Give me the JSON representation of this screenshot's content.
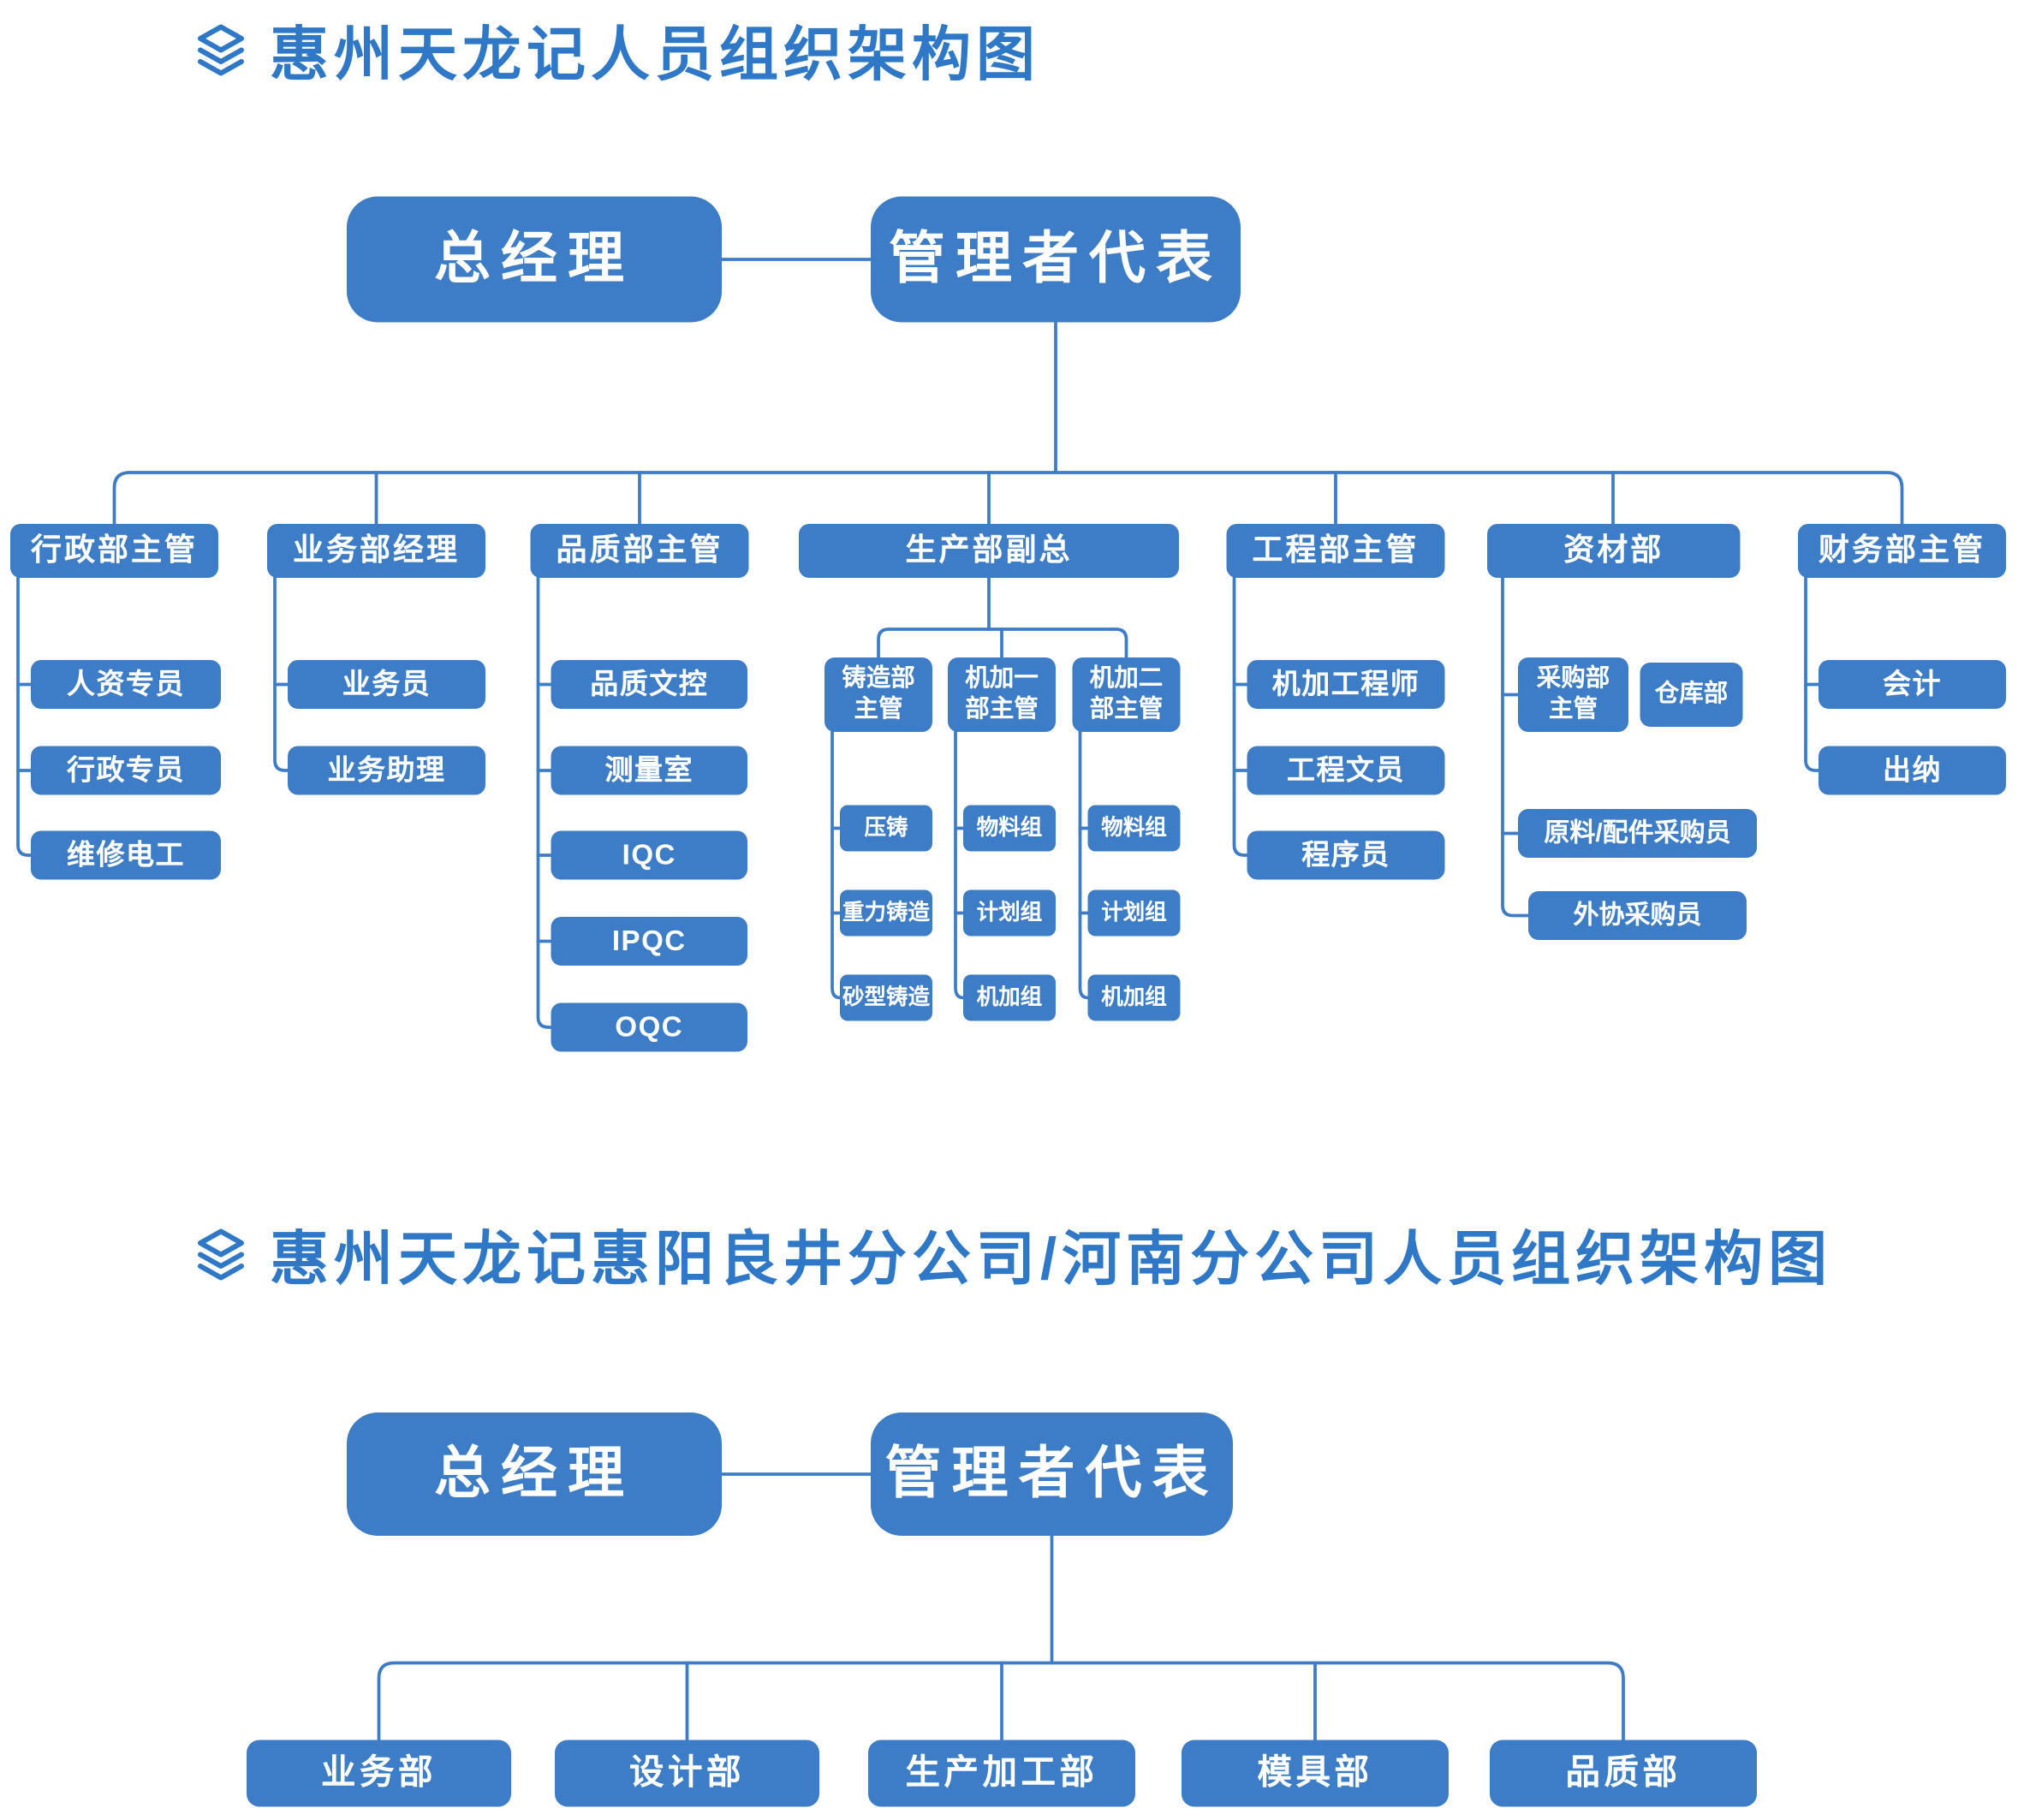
{
  "titles": {
    "main": "惠州天龙记人员组织架构图",
    "branch": "惠州天龙记惠阳良井分公司/河南分公司人员组织架构图"
  },
  "colors": {
    "primary": "#3D7CC7",
    "title_text": "#2E78C7",
    "box_text": "#FFFFFF",
    "background": "#FFFFFF"
  },
  "icons": {
    "title_icon": "layers-icon"
  },
  "chart1": {
    "general_manager": "总经理",
    "management_rep": "管理者代表",
    "admin": {
      "head": "行政部主管",
      "children": [
        "人资专员",
        "行政专员",
        "维修电工"
      ]
    },
    "business": {
      "head": "业务部经理",
      "children": [
        "业务员",
        "业务助理"
      ]
    },
    "quality": {
      "head": "品质部主管",
      "children": [
        "品质文控",
        "测量室",
        "IQC",
        "IPQC",
        "OQC"
      ]
    },
    "production": {
      "head": "生产部副总",
      "casting": {
        "head": "铸造部主管",
        "children": [
          "压铸",
          "重力铸造",
          "砂型铸造"
        ]
      },
      "machining1": {
        "head": "机加一部主管",
        "children": [
          "物料组",
          "计划组",
          "机加组"
        ]
      },
      "machining2": {
        "head": "机加二部主管",
        "children": [
          "物料组",
          "计划组",
          "机加组"
        ]
      }
    },
    "engineering": {
      "head": "工程部主管",
      "children": [
        "机加工程师",
        "工程文员",
        "程序员"
      ]
    },
    "materials": {
      "head": "资材部",
      "purchasing_head": "采购部主管",
      "warehouse": "仓库部",
      "children": [
        "原料/配件采购员",
        "外协采购员"
      ]
    },
    "finance": {
      "head": "财务部主管",
      "children": [
        "会计",
        "出纳"
      ]
    }
  },
  "chart2": {
    "general_manager": "总经理",
    "management_rep": "管理者代表",
    "departments": [
      "业务部",
      "设计部",
      "生产加工部",
      "模具部",
      "品质部"
    ]
  }
}
